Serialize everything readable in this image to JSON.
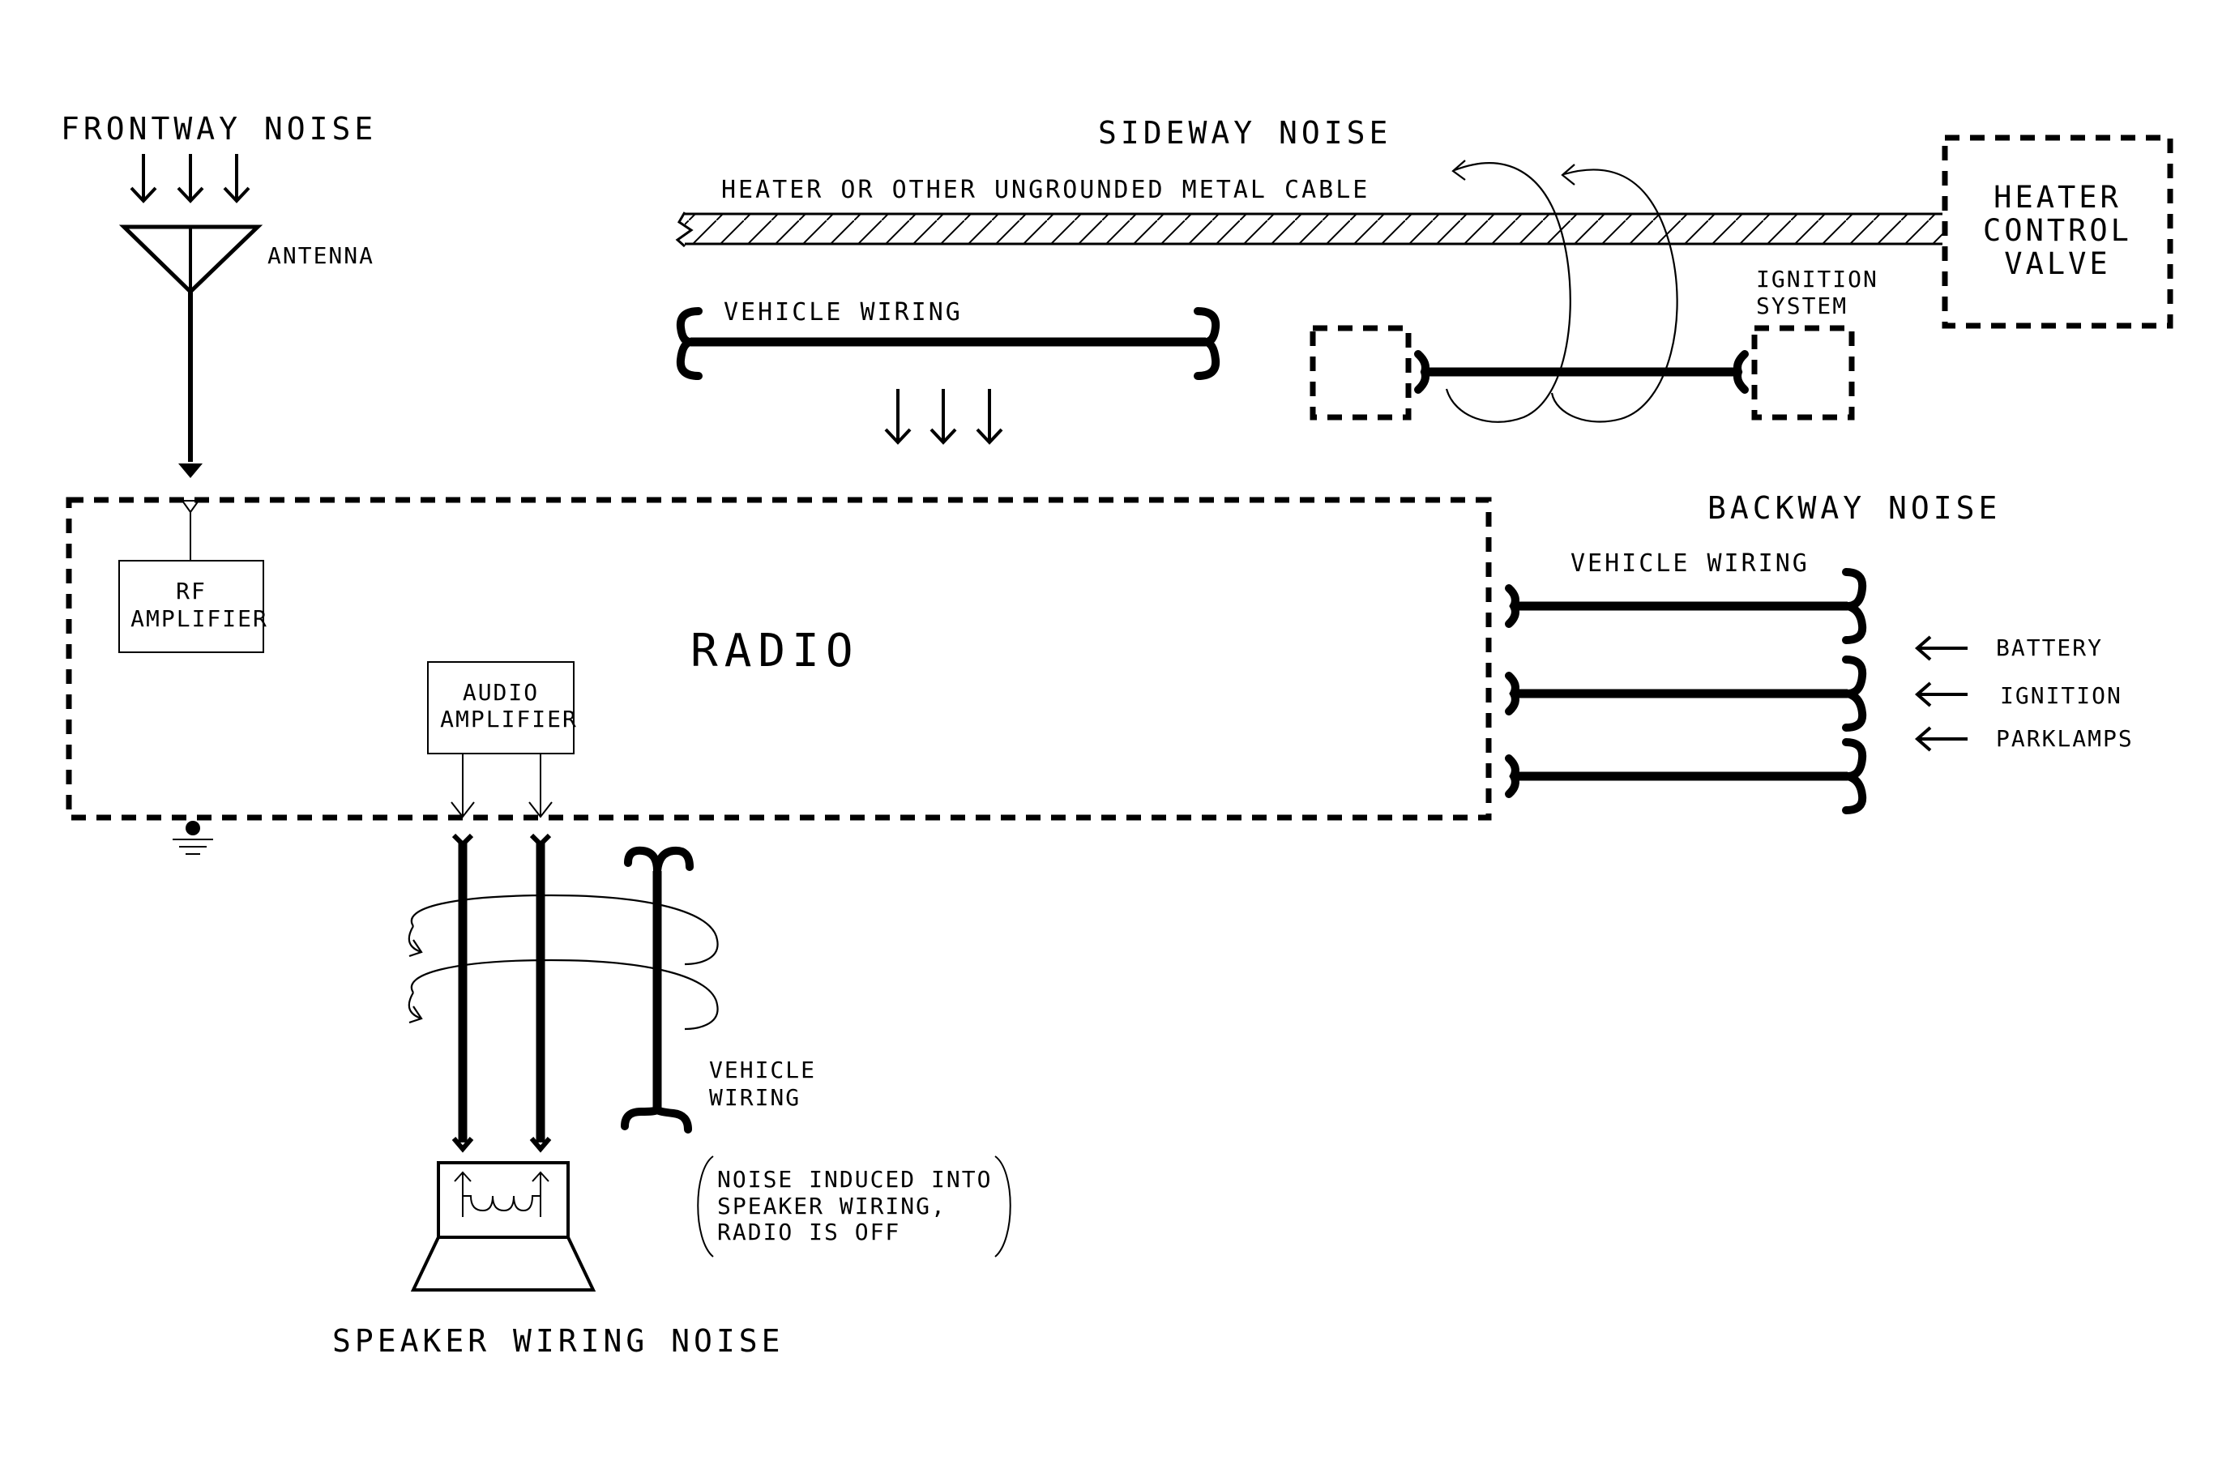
{
  "labels": {
    "frontway_noise": "FRONTWAY NOISE",
    "antenna": "ANTENNA",
    "sideway_noise": "SIDEWAY NOISE",
    "metal_cable": "HEATER OR OTHER UNGROUNDED METAL CABLE",
    "heater_valve": [
      "HEATER",
      "CONTROL",
      "VALVE"
    ],
    "vehicle_wiring_top": "VEHICLE WIRING",
    "ignition_system": [
      "IGNITION",
      "SYSTEM"
    ],
    "backway_noise": "BACKWAY NOISE",
    "vehicle_wiring_right": "VEHICLE WIRING",
    "battery": "BATTERY",
    "ignition": "IGNITION",
    "parklamps": "PARKLAMPS",
    "radio": "RADIO",
    "rf_amplifier": [
      "RF",
      "AMPLIFIER"
    ],
    "audio_amplifier": [
      "AUDIO",
      "AMPLIFIER"
    ],
    "vehicle_wiring_bottom": [
      "VEHICLE",
      "WIRING"
    ],
    "noise_note": [
      "NOISE INDUCED INTO",
      "SPEAKER WIRING,",
      "RADIO IS OFF"
    ],
    "speaker_wiring_noise": "SPEAKER WIRING NOISE"
  }
}
